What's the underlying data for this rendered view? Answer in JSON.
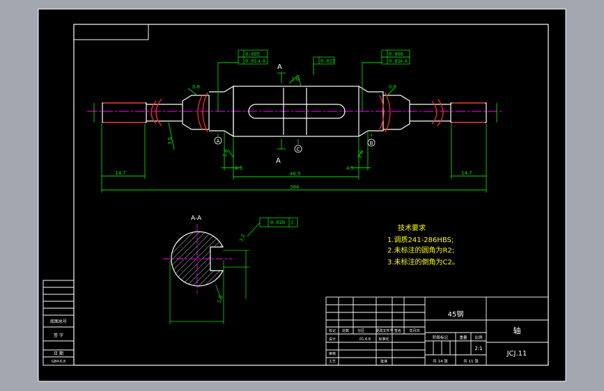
{
  "colors": {
    "viewport_bg": "#a3a7b0",
    "paper": "#000000",
    "frame": "#ffffff",
    "dim": "#00e000",
    "center": "#ff00ff",
    "section": "#ff2a2a",
    "text_yellow": "#ffff00"
  },
  "drawing": {
    "section_mark_top": "A",
    "section_mark_bottom": "A",
    "datum_a": "A",
    "datum_b": "B",
    "datum_c": "C",
    "left_tol_1": "0.005",
    "left_tol_2": "0.01",
    "left_tol_2_ref": "A-B",
    "center_tol": "0.015",
    "right_tol_1": "0.006",
    "right_tol_2": "0.01",
    "right_tol_2_ref": "A-B",
    "rough_left": "0.8",
    "rough_mid": "1.6",
    "rough_right": "0.8",
    "rough_lower_left": "1.6",
    "rough_lower_right": "1.6",
    "dim_3_5": "3.5",
    "dim_left_len": "14.7",
    "dim_right_len": "14.7",
    "dim_4_5_left": "4.5",
    "dim_4_5_right": "4.5",
    "dim_middle": "46.5",
    "dim_total": "384"
  },
  "section_view": {
    "title": "A-A",
    "tol_value": "0.020",
    "tol_ref": "C",
    "rough": "3.2",
    "rough_2": "1.6"
  },
  "tech_requirements": {
    "title": "技术要求",
    "items": [
      "1.调质241-286HBS;",
      "2.未标注的圆角为R2;",
      "3.未标注的倒角为C2。"
    ]
  },
  "title_block": {
    "material": "45钢",
    "part_name": "轴",
    "drawing_no": "JCJ.11",
    "scale_label": "比例",
    "scale": "2:1",
    "stage_label": "阶段标记",
    "weight_label": "重量",
    "sheets_total": "共 14 张",
    "sheet_no": "共 11 张",
    "row_labels": [
      "标记",
      "处数",
      "分区",
      "更改文件号",
      "签名",
      "年月日"
    ],
    "design": "设计",
    "standard": "标准化",
    "review": "审核",
    "process": "工艺",
    "approve": "批准",
    "design_date": "01.6.8"
  },
  "left_block": {
    "label_1": "底图总号",
    "label_2": "签 字",
    "label_3": "日 期",
    "version": "GB4.6.8"
  }
}
